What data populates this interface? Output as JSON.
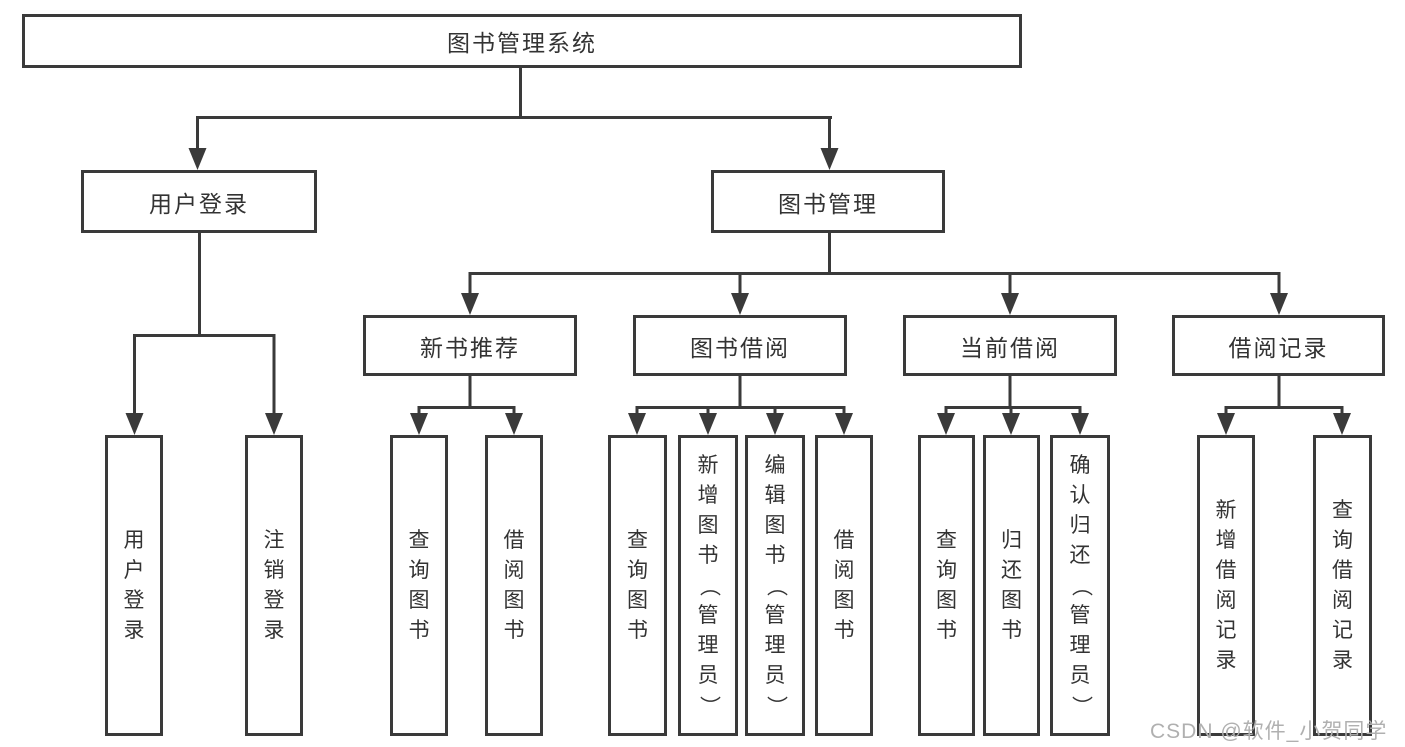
{
  "diagram": {
    "root": {
      "label": "图书管理系统"
    },
    "level2": [
      {
        "label": "用户登录"
      },
      {
        "label": "图书管理"
      }
    ],
    "level3": [
      {
        "label": "新书推荐"
      },
      {
        "label": "图书借阅"
      },
      {
        "label": "当前借阅"
      },
      {
        "label": "借阅记录"
      }
    ],
    "leaf_groups": [
      {
        "parent": "用户登录",
        "items": [
          "用户登录",
          "注销登录"
        ]
      },
      {
        "parent": "新书推荐",
        "items": [
          "查询图书",
          "借阅图书"
        ]
      },
      {
        "parent": "图书借阅",
        "items": [
          "查询图书",
          "新增图书（管理员）",
          "编辑图书（管理员）",
          "借阅图书"
        ]
      },
      {
        "parent": "当前借阅",
        "items": [
          "查询图书",
          "归还图书",
          "确认归还（管理员）"
        ]
      },
      {
        "parent": "借阅记录",
        "items": [
          "新增借阅记录",
          "查询借阅记录"
        ]
      }
    ]
  },
  "colors": {
    "line": "#3a3a3a",
    "text": "#333333",
    "watermark": "#b0b0b0",
    "background": "#ffffff"
  },
  "watermark": {
    "text": "CSDN @软件_小贺同学"
  }
}
